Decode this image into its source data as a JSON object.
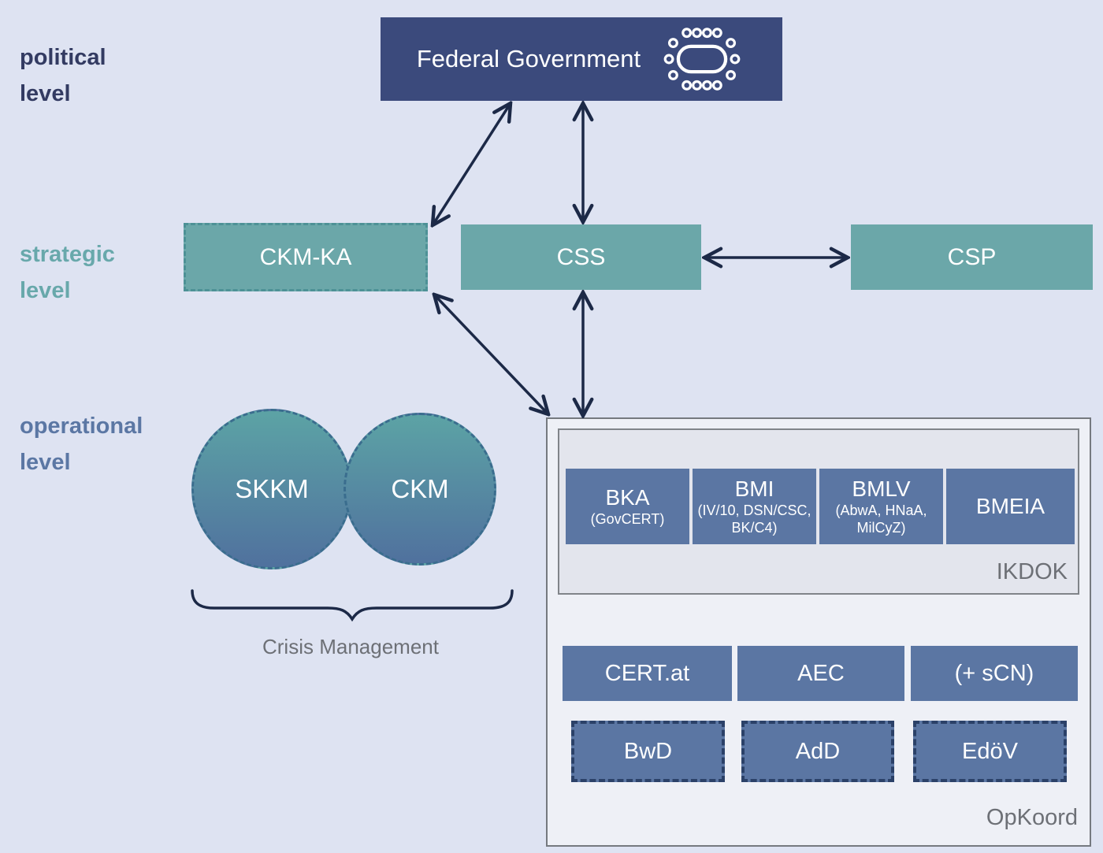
{
  "colors": {
    "background": "#dee3f2",
    "navy": "#3b4a7c",
    "teal": "#6ba7a9",
    "teal_border": "#4d9196",
    "slate": "#5b76a3",
    "slate_border": "#2b4168",
    "arrow": "#1c2947",
    "grey_text": "#6d7076"
  },
  "level_labels": {
    "political": {
      "line1": "political",
      "line2": "level"
    },
    "strategic": {
      "line1": "strategic",
      "line2": "level"
    },
    "operational": {
      "line1": "operational",
      "line2": "level"
    }
  },
  "political": {
    "federal_government": "Federal Government"
  },
  "strategic": {
    "ckm_ka": "CKM-KA",
    "css": "CSS",
    "csp": "CSP"
  },
  "operational": {
    "skkm": "SKKM",
    "ckm": "CKM",
    "crisis_management": "Crisis Management",
    "ikdok": {
      "label": "IKDOK",
      "boxes": [
        {
          "title": "BKA",
          "subtitle": "(GovCERT)"
        },
        {
          "title": "BMI",
          "subtitle": "(IV/10, DSN/CSC, BK/C4)"
        },
        {
          "title": "BMLV",
          "subtitle": "(AbwA, HNaA, MilCyZ)"
        },
        {
          "title": "BMEIA"
        }
      ]
    },
    "opkoord": {
      "label": "OpKoord",
      "solid_boxes": [
        "CERT.at",
        "AEC",
        "(+ sCN)"
      ],
      "dashed_boxes": [
        "BwD",
        "AdD",
        "EdöV"
      ]
    }
  }
}
